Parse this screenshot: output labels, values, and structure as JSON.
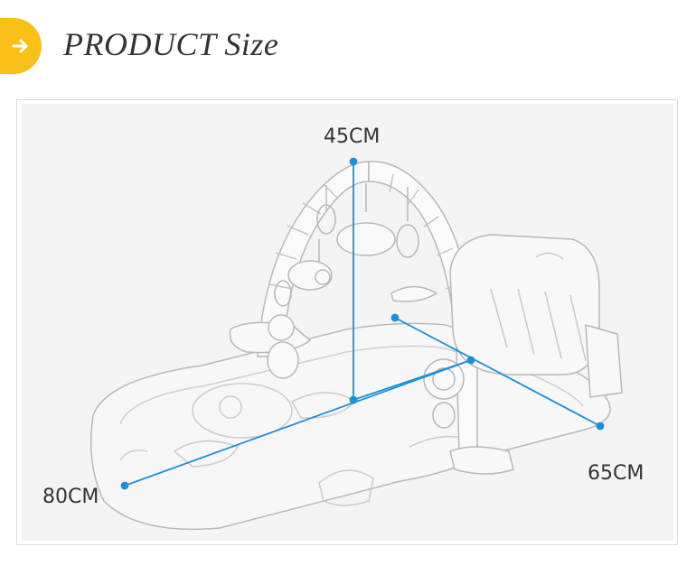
{
  "header": {
    "title": "PRODUCT Size",
    "badge_color": "#f9c117",
    "badge_icon": "arrow-right-icon"
  },
  "dimensions": {
    "height_label": "45CM",
    "width_label": "65CM",
    "length_label": "80CM",
    "line_color": "#1d8fd6"
  },
  "illustration": {
    "subject": "baby-play-gym-illustration"
  }
}
